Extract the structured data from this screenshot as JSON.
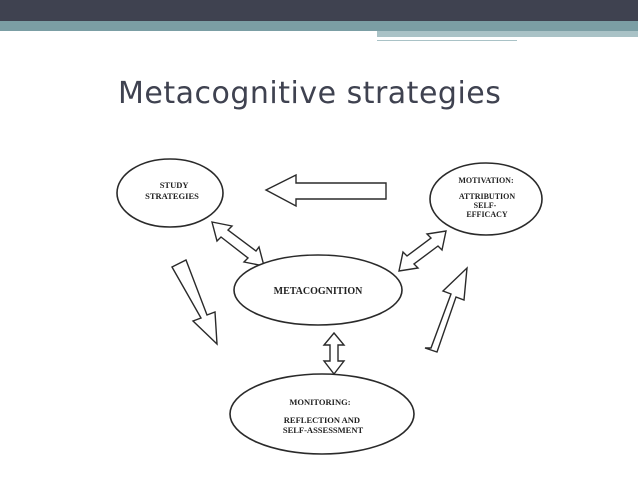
{
  "slide": {
    "title": "Metacognitive strategies"
  },
  "colors": {
    "header_dark": "#3f4250",
    "header_teal": "#7b9ea4",
    "title_text": "#3f4250"
  },
  "diagram": {
    "nodes": {
      "study": {
        "lines": [
          "STUDY",
          "STRATEGIES"
        ]
      },
      "motivation": {
        "lines": [
          "MOTIVATION:",
          "ATTRIBUTION",
          "SELF-",
          "EFFICACY"
        ]
      },
      "metacognition": {
        "lines": [
          "METACOGNITION"
        ]
      },
      "monitoring": {
        "lines": [
          "MONITORING:",
          "REFLECTION AND",
          "SELF-ASSESSMENT"
        ]
      }
    },
    "edges": [
      {
        "from": "motivation",
        "to": "study",
        "direction": "single"
      },
      {
        "from": "study",
        "to": "metacognition",
        "direction": "double"
      },
      {
        "from": "motivation",
        "to": "metacognition",
        "direction": "double"
      },
      {
        "from": "study",
        "to": "monitoring",
        "direction": "single"
      },
      {
        "from": "monitoring",
        "to": "motivation",
        "direction": "single"
      },
      {
        "from": "metacognition",
        "to": "monitoring",
        "direction": "double"
      }
    ]
  }
}
